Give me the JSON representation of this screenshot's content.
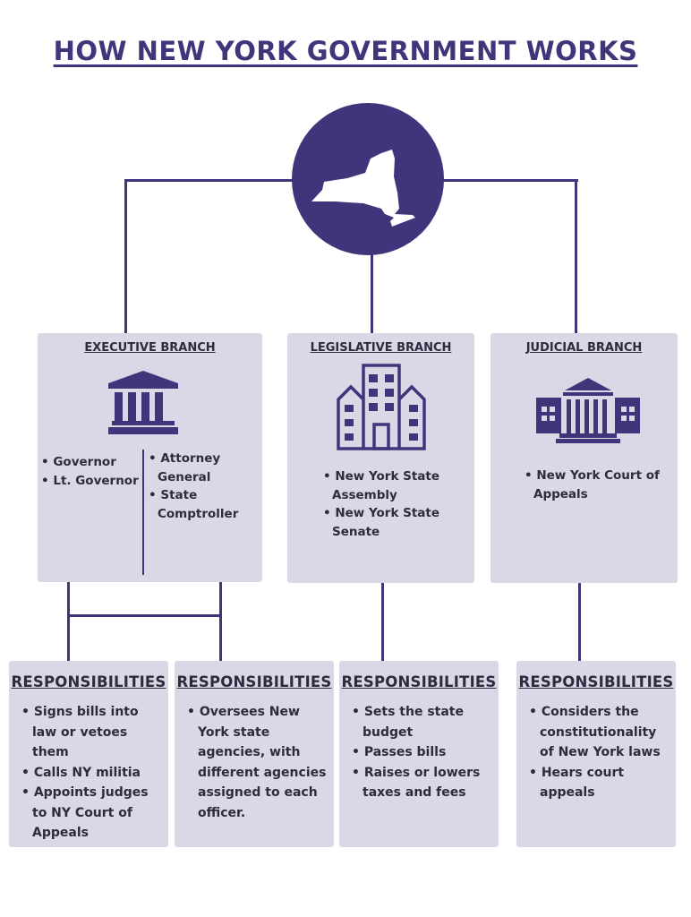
{
  "title": "HOW NEW YORK GOVERNMENT WORKS",
  "colors": {
    "primary": "#3f357a",
    "box": "#dad8e6"
  },
  "center_icon": "new-york-state-icon",
  "branches": [
    {
      "name": "EXECUTIVE BRANCH",
      "icon": "capitol-columns-icon",
      "left_items": [
        "Governor",
        "Lt. Governor"
      ],
      "right_items": [
        "Attorney General",
        "State Comptroller"
      ]
    },
    {
      "name": "LEGISLATIVE BRANCH",
      "icon": "office-building-icon",
      "items": [
        "New York State Assembly",
        "New York State Senate"
      ]
    },
    {
      "name": "JUDICIAL BRANCH",
      "icon": "courthouse-icon",
      "items": [
        "New York Court of Appeals"
      ]
    }
  ],
  "responsibilities": [
    {
      "heading": "RESPONSIBILITIES",
      "items": [
        "Signs bills into law or vetoes them",
        "Calls NY militia",
        "Appoints judges to NY Court of Appeals"
      ]
    },
    {
      "heading": "RESPONSIBILITIES",
      "items": [
        "Oversees New York state agencies, with different agencies assigned to each officer."
      ]
    },
    {
      "heading": "RESPONSIBILITIES",
      "items": [
        "Sets the state budget",
        "Passes bills",
        "Raises or lowers taxes and fees"
      ]
    },
    {
      "heading": "RESPONSIBILITIES",
      "items": [
        "Considers the constitutionality of New York laws",
        "Hears court appeals"
      ]
    }
  ]
}
